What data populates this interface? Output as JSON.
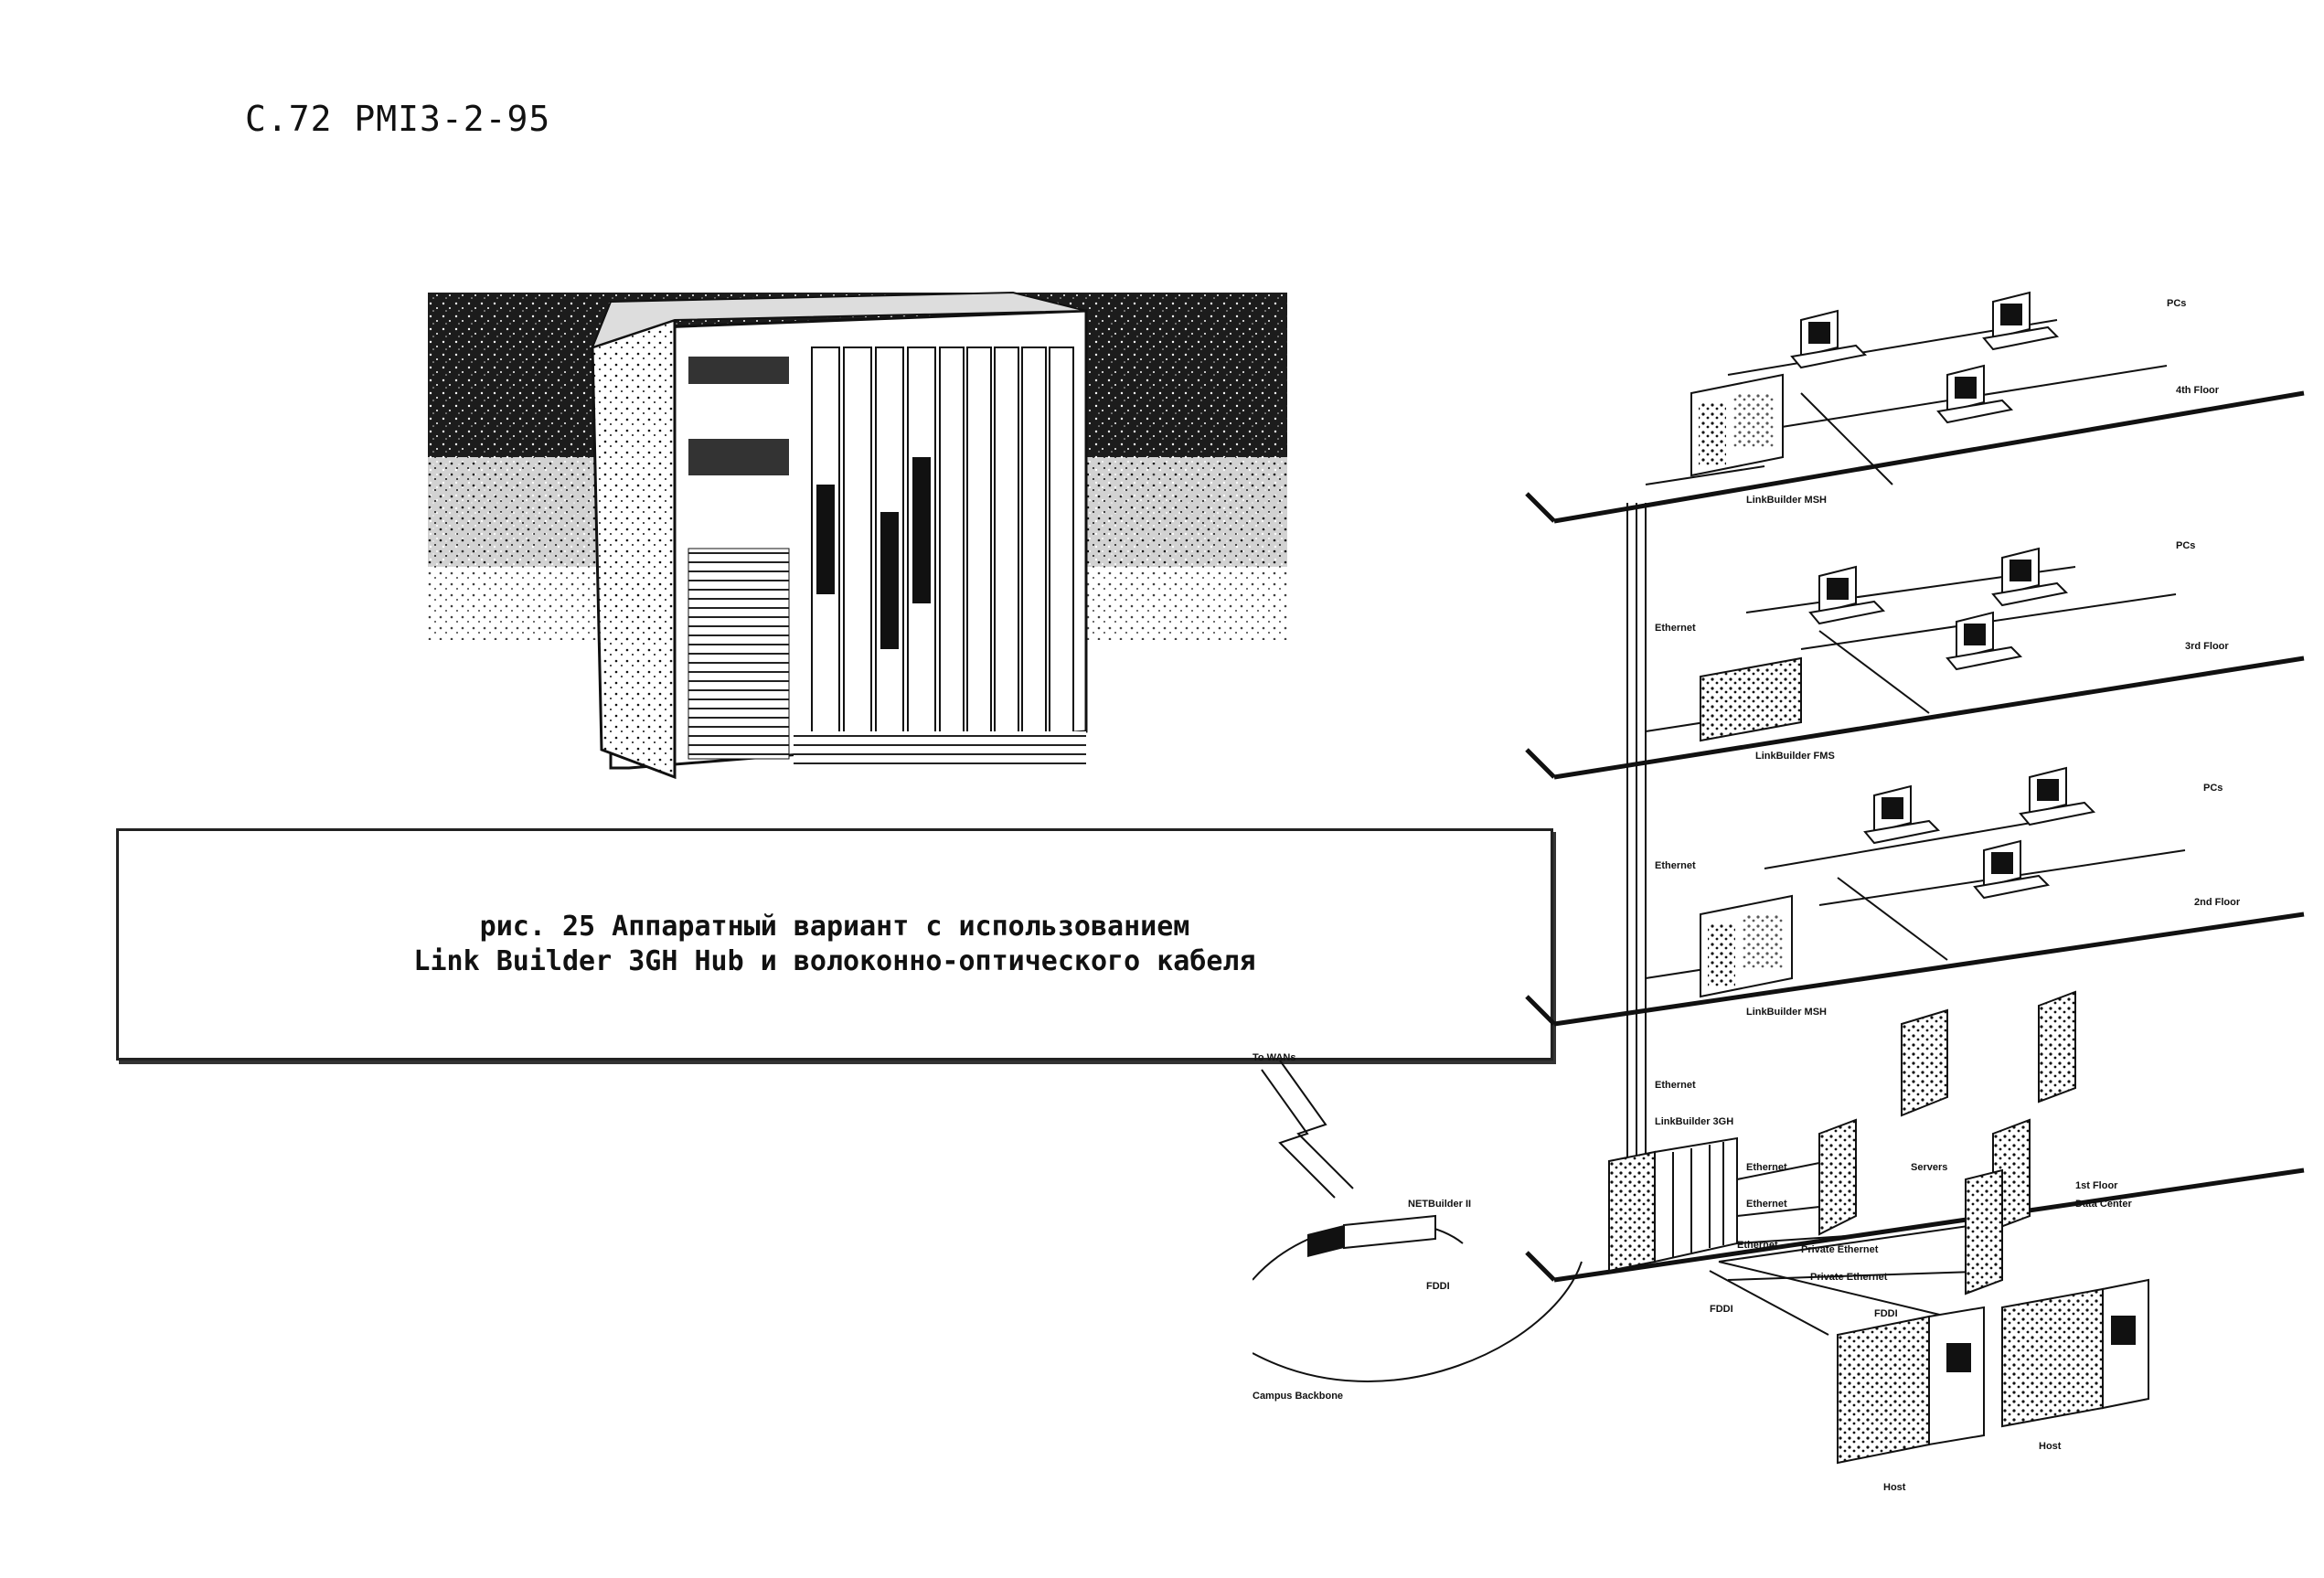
{
  "page": {
    "header": "С.72 РМI3-2-95"
  },
  "caption": {
    "line1": "рис. 25 Аппаратный вариант с использованием",
    "line2": "Link Builder 3GH Hub и волоконно-оптического кабеля"
  },
  "diagram_labels": {
    "pcs_top": "PCs",
    "pcs_mid": "PCs",
    "pcs_low": "PCs",
    "floor4": "4th Floor",
    "floor3": "3rd Floor",
    "floor2": "2nd Floor",
    "linkbuilder_msh_top": "LinkBuilder MSH",
    "linkbuilder_fms": "LinkBuilder FMS",
    "linkbuilder_msh_low": "LinkBuilder MSH",
    "linkbuilder_3gh": "LinkBuilder 3GH",
    "ethernet_1": "Ethernet",
    "ethernet_2": "Ethernet",
    "ethernet_3": "Ethernet",
    "ethernet_4": "Ethernet",
    "ethernet_5": "Ethernet",
    "ethernet_6": "Ethernet",
    "servers": "Servers",
    "floor1": "1st Floor",
    "data_center": "Data Center",
    "private_ethernet_1": "Private Ethernet",
    "private_ethernet_2": "Private Ethernet",
    "fddi_1": "FDDI",
    "fddi_2": "FDDI",
    "fddi_3": "FDDI",
    "netbuilder": "NETBuilder II",
    "to_wan": "To WANs",
    "campus_backbone": "Campus Backbone",
    "host_1": "Host",
    "host_2": "Host"
  }
}
